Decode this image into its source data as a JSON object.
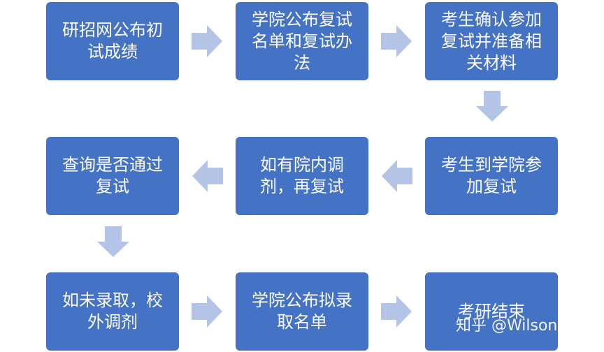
{
  "steps": {
    "step1": "研招网公布初试成绩",
    "step2": "学院公布复试名单和复试办法",
    "step3": "考生确认参加复试并准备相关材料",
    "step4": "考生到学院参加复试",
    "step5": "如有院内调剂，再复试",
    "step6": "查询是否通过复试",
    "step7": "如未录取，校外调剂",
    "step8": "学院公布拟录取名单",
    "step9": "考研结束"
  },
  "watermark": "知乎 @Wilson罗",
  "colors": {
    "box": "#4472c4",
    "arrow": "#b4c4e6",
    "text": "#ffffff"
  }
}
